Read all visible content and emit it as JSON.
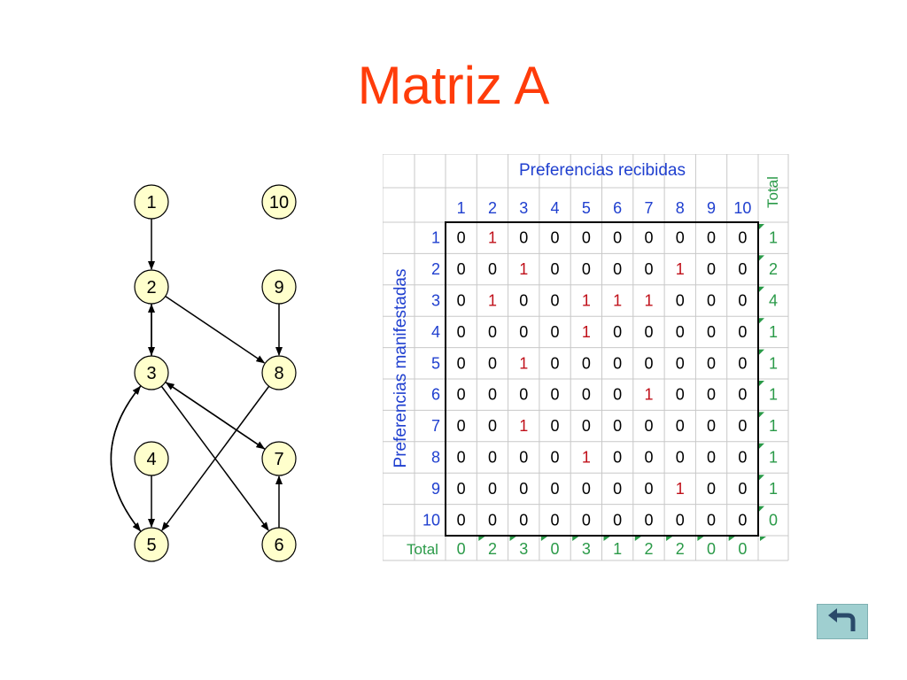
{
  "title": "Matriz A",
  "graph": {
    "nodes": [
      {
        "id": "1",
        "label": "1"
      },
      {
        "id": "2",
        "label": "2"
      },
      {
        "id": "3",
        "label": "3"
      },
      {
        "id": "4",
        "label": "4"
      },
      {
        "id": "5",
        "label": "5"
      },
      {
        "id": "6",
        "label": "6"
      },
      {
        "id": "7",
        "label": "7"
      },
      {
        "id": "8",
        "label": "8"
      },
      {
        "id": "9",
        "label": "9"
      },
      {
        "id": "10",
        "label": "10"
      }
    ],
    "edges": [
      {
        "from": "1",
        "to": "2"
      },
      {
        "from": "2",
        "to": "3"
      },
      {
        "from": "3",
        "to": "2"
      },
      {
        "from": "2",
        "to": "8"
      },
      {
        "from": "9",
        "to": "8"
      },
      {
        "from": "8",
        "to": "5"
      },
      {
        "from": "3",
        "to": "7"
      },
      {
        "from": "7",
        "to": "3"
      },
      {
        "from": "3",
        "to": "6"
      },
      {
        "from": "3",
        "to": "5"
      },
      {
        "from": "5",
        "to": "3"
      },
      {
        "from": "4",
        "to": "5"
      },
      {
        "from": "6",
        "to": "7"
      }
    ],
    "node_fill": "#ffffcc"
  },
  "matrix": {
    "column_header": "Preferencias recibidas",
    "row_header": "Preferencias manifestadas",
    "total_label": "Total",
    "columns": [
      "1",
      "2",
      "3",
      "4",
      "5",
      "6",
      "7",
      "8",
      "9",
      "10"
    ],
    "rows": [
      {
        "label": "1",
        "values": [
          0,
          1,
          0,
          0,
          0,
          0,
          0,
          0,
          0,
          0
        ],
        "total": 1
      },
      {
        "label": "2",
        "values": [
          0,
          0,
          1,
          0,
          0,
          0,
          0,
          1,
          0,
          0
        ],
        "total": 2
      },
      {
        "label": "3",
        "values": [
          0,
          1,
          0,
          0,
          1,
          1,
          1,
          0,
          0,
          0
        ],
        "total": 4
      },
      {
        "label": "4",
        "values": [
          0,
          0,
          0,
          0,
          1,
          0,
          0,
          0,
          0,
          0
        ],
        "total": 1
      },
      {
        "label": "5",
        "values": [
          0,
          0,
          1,
          0,
          0,
          0,
          0,
          0,
          0,
          0
        ],
        "total": 1
      },
      {
        "label": "6",
        "values": [
          0,
          0,
          0,
          0,
          0,
          0,
          1,
          0,
          0,
          0
        ],
        "total": 1
      },
      {
        "label": "7",
        "values": [
          0,
          0,
          1,
          0,
          0,
          0,
          0,
          0,
          0,
          0
        ],
        "total": 1
      },
      {
        "label": "8",
        "values": [
          0,
          0,
          0,
          0,
          1,
          0,
          0,
          0,
          0,
          0
        ],
        "total": 1
      },
      {
        "label": "9",
        "values": [
          0,
          0,
          0,
          0,
          0,
          0,
          0,
          1,
          0,
          0
        ],
        "total": 1
      },
      {
        "label": "10",
        "values": [
          0,
          0,
          0,
          0,
          0,
          0,
          0,
          0,
          0,
          0
        ],
        "total": 0
      }
    ],
    "column_totals": [
      0,
      2,
      3,
      0,
      3,
      1,
      2,
      2,
      0,
      0
    ],
    "colors": {
      "header_blue": "#1f3fcf",
      "one_red": "#c0101a",
      "total_green": "#2a9a48",
      "grid": "#c8c8c8",
      "text": "#000000"
    }
  },
  "back_button": {
    "icon": "u-turn-back-icon"
  }
}
